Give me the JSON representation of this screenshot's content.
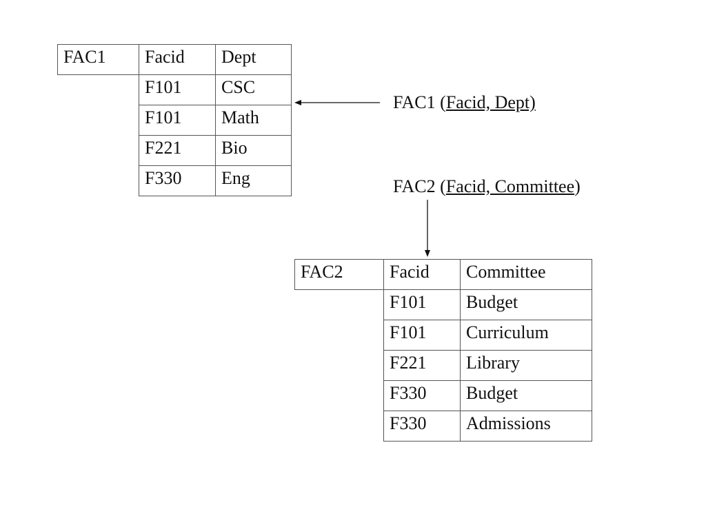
{
  "fac1": {
    "columns": [
      "FAC1",
      "Facid",
      "Dept"
    ],
    "rows": [
      [
        "",
        "F101",
        "CSC"
      ],
      [
        "",
        "F101",
        "Math"
      ],
      [
        "",
        "F221",
        "Bio"
      ],
      [
        "",
        "F330",
        "Eng"
      ]
    ]
  },
  "fac2": {
    "columns": [
      "FAC2",
      "Facid",
      "Committee"
    ],
    "rows": [
      [
        "",
        "F101",
        "Budget"
      ],
      [
        "",
        "F101",
        "Curriculum"
      ],
      [
        "",
        "F221",
        "Library"
      ],
      [
        "",
        "F330",
        "Budget"
      ],
      [
        "",
        "F330",
        "Admissions"
      ]
    ]
  },
  "schema_fac1": {
    "name": "FAC1 (",
    "keys": "Facid, Dept)",
    "close": ""
  },
  "schema_fac2": {
    "name": "FAC2 (",
    "keys": "Facid, Committee",
    "close": ")"
  }
}
